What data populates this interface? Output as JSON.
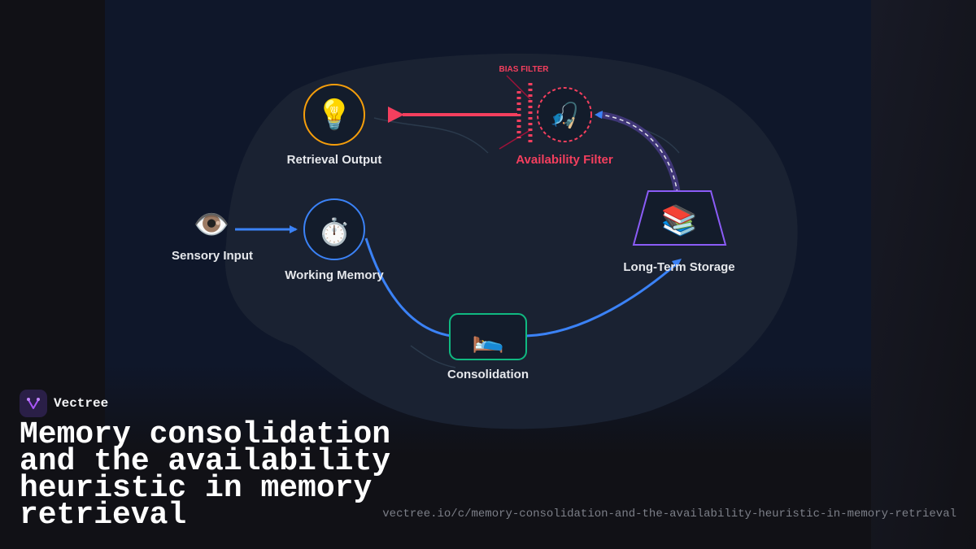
{
  "diagram": {
    "bias_filter_label": "BIAS FILTER",
    "nodes": {
      "retrieval_output": {
        "label": "Retrieval Output",
        "icon": "lightbulb-icon",
        "glyph": "💡"
      },
      "availability_filter": {
        "label": "Availability Filter",
        "icon": "fishing-pole-icon",
        "glyph": "🎣"
      },
      "sensory_input": {
        "label": "Sensory Input",
        "icon": "eye-icon",
        "glyph": "👁️"
      },
      "working_memory": {
        "label": "Working Memory",
        "icon": "stopwatch-icon",
        "glyph": "⏱️"
      },
      "long_term_storage": {
        "label": "Long-Term Storage",
        "icon": "books-icon",
        "glyph": "📚"
      },
      "consolidation": {
        "label": "Consolidation",
        "icon": "bed-icon",
        "glyph": "🛌"
      }
    },
    "colors": {
      "blue": "#3b82f6",
      "red": "#f43f5e",
      "amber": "#f59e0b",
      "green": "#10b981",
      "purple": "#8b5cf6"
    }
  },
  "brand": {
    "name": "Vectree"
  },
  "title": "Memory consolidation and the availability heuristic in memory retrieval",
  "url": "vectree.io/c/memory-consolidation-and-the-availability-heuristic-in-memory-retrieval"
}
